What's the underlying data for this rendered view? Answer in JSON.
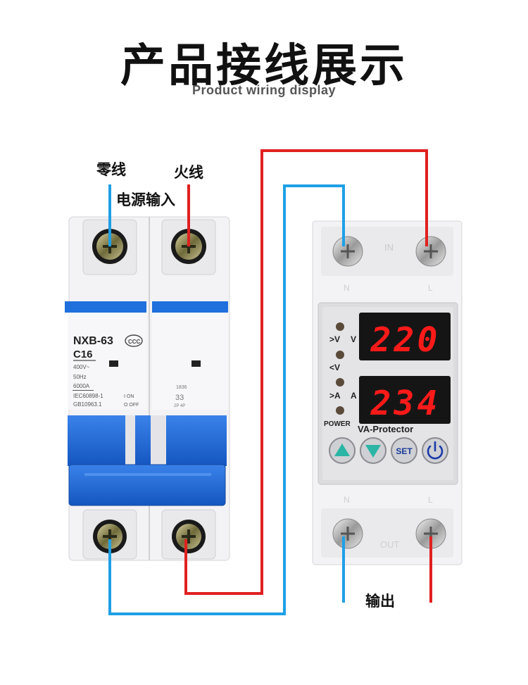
{
  "title": "产品接线展示",
  "subtitle": "Product wiring display",
  "labels": {
    "neutral": "零线",
    "live": "火线",
    "power_input": "电源输入",
    "output": "输出"
  },
  "breaker": {
    "model": "NXB-63",
    "rating": "C16",
    "voltage": "400V~",
    "frequency": "50Hz",
    "capacity": "6000A",
    "std1": "IEC60898-1",
    "std2": "GB10963.1",
    "on": "I ON",
    "off": "O OFF",
    "mark": "1836",
    "mark2": "33",
    "poles": "2P  4P"
  },
  "protector": {
    "top_in": "IN",
    "n": "N",
    "l": "L",
    "out": "OUT",
    "voltage_reading": "220",
    "current_reading": "234",
    "ind_over_v": ">V",
    "ind_under_v": "<V",
    "ind_over_a": ">A",
    "ind_power": "POWER",
    "unit_v": "V",
    "unit_a": "A",
    "brand": "VA-Protector",
    "btn_set": "SET"
  },
  "colors": {
    "live_wire": "#e02020",
    "neutral_wire": "#1fa0e6",
    "breaker_blue": "#1a66d0",
    "led_red": "#ff1a1a",
    "btn_teal": "#2bb5a5"
  }
}
